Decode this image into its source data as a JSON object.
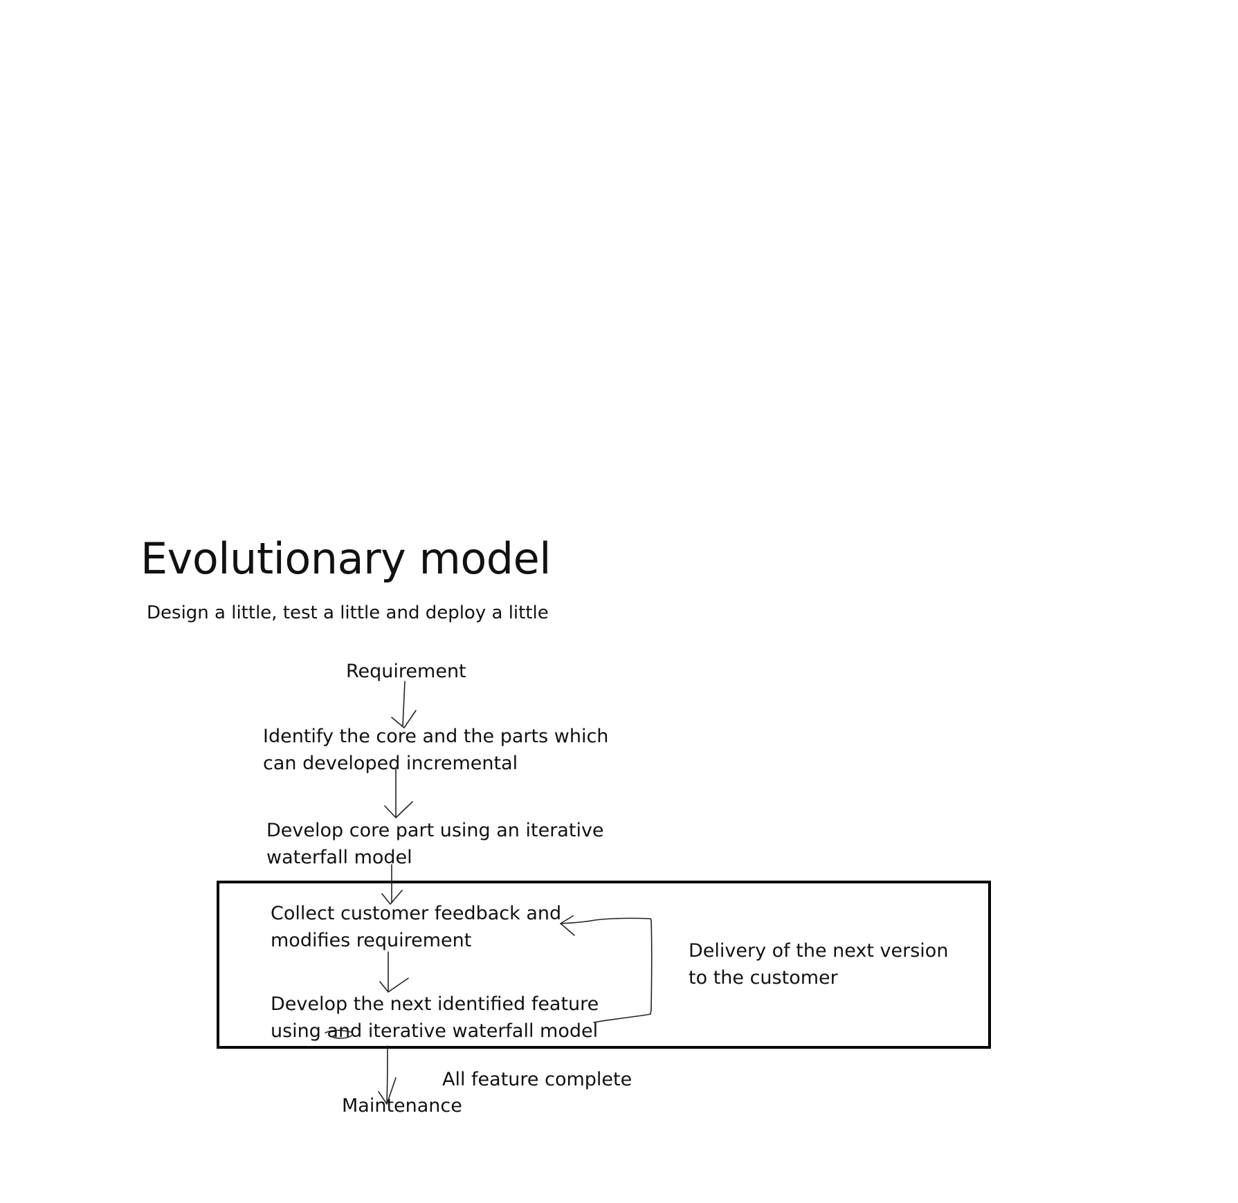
{
  "title": "Evolutionary model",
  "subtitle": "Design a little, test a little and deploy a little",
  "nodes": {
    "requirement": "Requirement",
    "identify_core": {
      "line1": "Identify the core and the parts which",
      "line2": "can developed incremental"
    },
    "develop_core": {
      "line1": "Develop core part using an iterative",
      "line2": "waterfall model"
    },
    "collect_feedback": {
      "line1": "Collect customer feedback and",
      "line2": "modifies requirement"
    },
    "develop_next": {
      "line1": "Develop the next identified feature",
      "line2": "using and iterative waterfall model"
    },
    "maintenance": "Maintenance"
  },
  "labels": {
    "delivery": {
      "line1": "Delivery of the next version",
      "line2": "to the customer"
    },
    "all_feature_complete": "All feature complete"
  }
}
